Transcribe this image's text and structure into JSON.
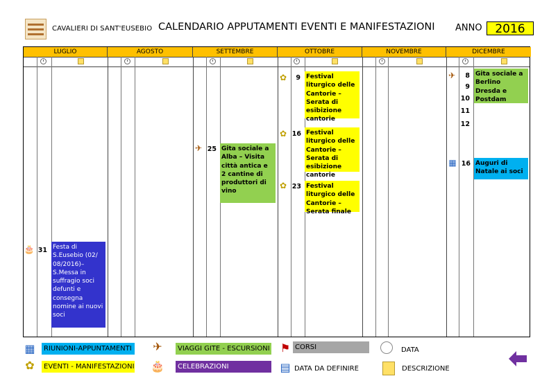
{
  "header": {
    "org": "CAVALIERI DI SANT'EUSEBIO",
    "title": "CALENDARIO APPUTAMENTI EVENTI E MANIFESTAZIONI",
    "anno_label": "ANNO",
    "year": "2016"
  },
  "months": [
    "LUGLIO",
    "AGOSTO",
    "SETTEMBRE",
    "OTTOBRE",
    "NOVEMBRE",
    "DICEMBRE"
  ],
  "events": {
    "luglio": {
      "day": "31",
      "text": "Festa di S.Eusebio (02/ 08/2016)– S.Messa in suffragio soci defunti e consegna nomine ai nuovi soci",
      "icon": "cake-icon"
    },
    "settembre": {
      "day": "25",
      "text": "Gita sociale a Alba – Visita città antica e 2 cantine di produttori di vino",
      "icon": "plane-icon"
    },
    "ottobre": [
      {
        "day": "9",
        "text": "Festival liturgico delle Cantorie – Serata di esibizione cantorie",
        "icon": "balloon-icon"
      },
      {
        "day": "16",
        "text": "Festival liturgico delle Cantorie – Serata di esibizione cantorie",
        "icon": "balloon-icon"
      },
      {
        "day": "23",
        "text": "Festival liturgico delle Cantorie – Serata finale",
        "icon": "balloon-icon"
      }
    ],
    "dicembre": {
      "days": [
        "8",
        "9",
        "10",
        "11",
        "12"
      ],
      "trip_text": "Gita sociale a Berlino Dresda e Postdam",
      "day2": "16",
      "text2": "Auguri di Natale ai soci"
    }
  },
  "legend": {
    "riunioni": "RIUNIONI-APPUNTAMENTI",
    "viaggi": "VIAGGI  GITE - ESCURSIONI",
    "corsi": "CORSI",
    "data": "DATA",
    "eventi": "EVENTI - MANIFESTAZIONI",
    "celebrazioni": "CELEBRAZIONI",
    "data_da_definire": "DATA DA DEFINIRE",
    "descrizione": "DESCRIZIONE"
  },
  "colors": {
    "month_header": "#ffc000",
    "riunioni": "#00b0f0",
    "viaggi": "#92d050",
    "corsi": "#a6a6a6",
    "eventi": "#ffff00",
    "celebrazioni": "#7030a0",
    "july_event": "#3333cc",
    "back_arrow": "#7030a0"
  }
}
